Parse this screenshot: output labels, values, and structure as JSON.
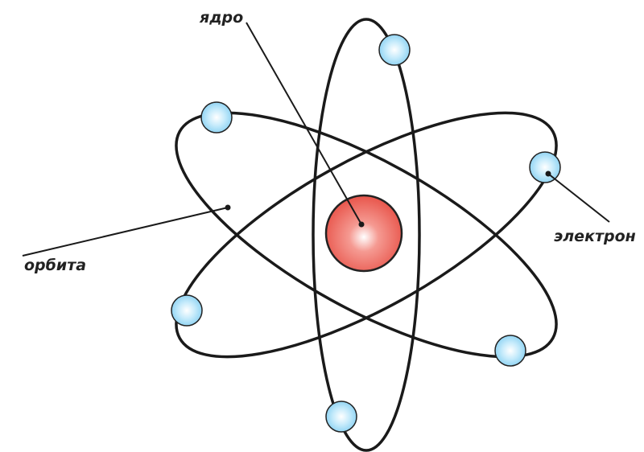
{
  "labels": {
    "nucleus": "ядро",
    "electron": "электрон",
    "orbit": "орбита"
  },
  "colors": {
    "nucleus_fill": "#e8544a",
    "nucleus_highlight": "#ffffff",
    "electron_fill": "#8fd3f4",
    "electron_highlight": "#ffffff",
    "outline": "#1a1a1a"
  }
}
